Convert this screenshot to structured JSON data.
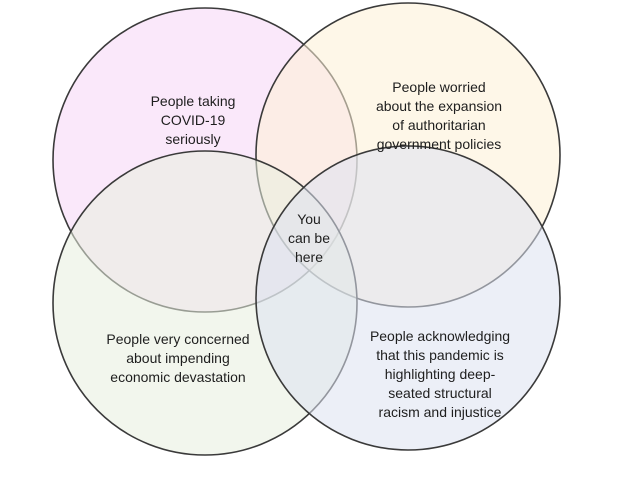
{
  "diagram": {
    "sets": [
      {
        "id": "tl",
        "label": "People taking\nCOVID-19\nseriously",
        "color": "#f6d6f6"
      },
      {
        "id": "tr",
        "label": "People worried\nabout the expansion\nof authoritarian\ngovernment policies",
        "color": "#fdf1d6"
      },
      {
        "id": "bl",
        "label": "People very concerned\nabout impending\neconomic devastation",
        "color": "#e8eedf"
      },
      {
        "id": "br",
        "label": "People acknowledging\nthat this pandemic is\nhighlighting deep-\nseated structural\nracism and injustice",
        "color": "#dde2f0"
      }
    ],
    "center_label": "You\ncan be\nhere",
    "outline_color": "#3a3a3a"
  }
}
